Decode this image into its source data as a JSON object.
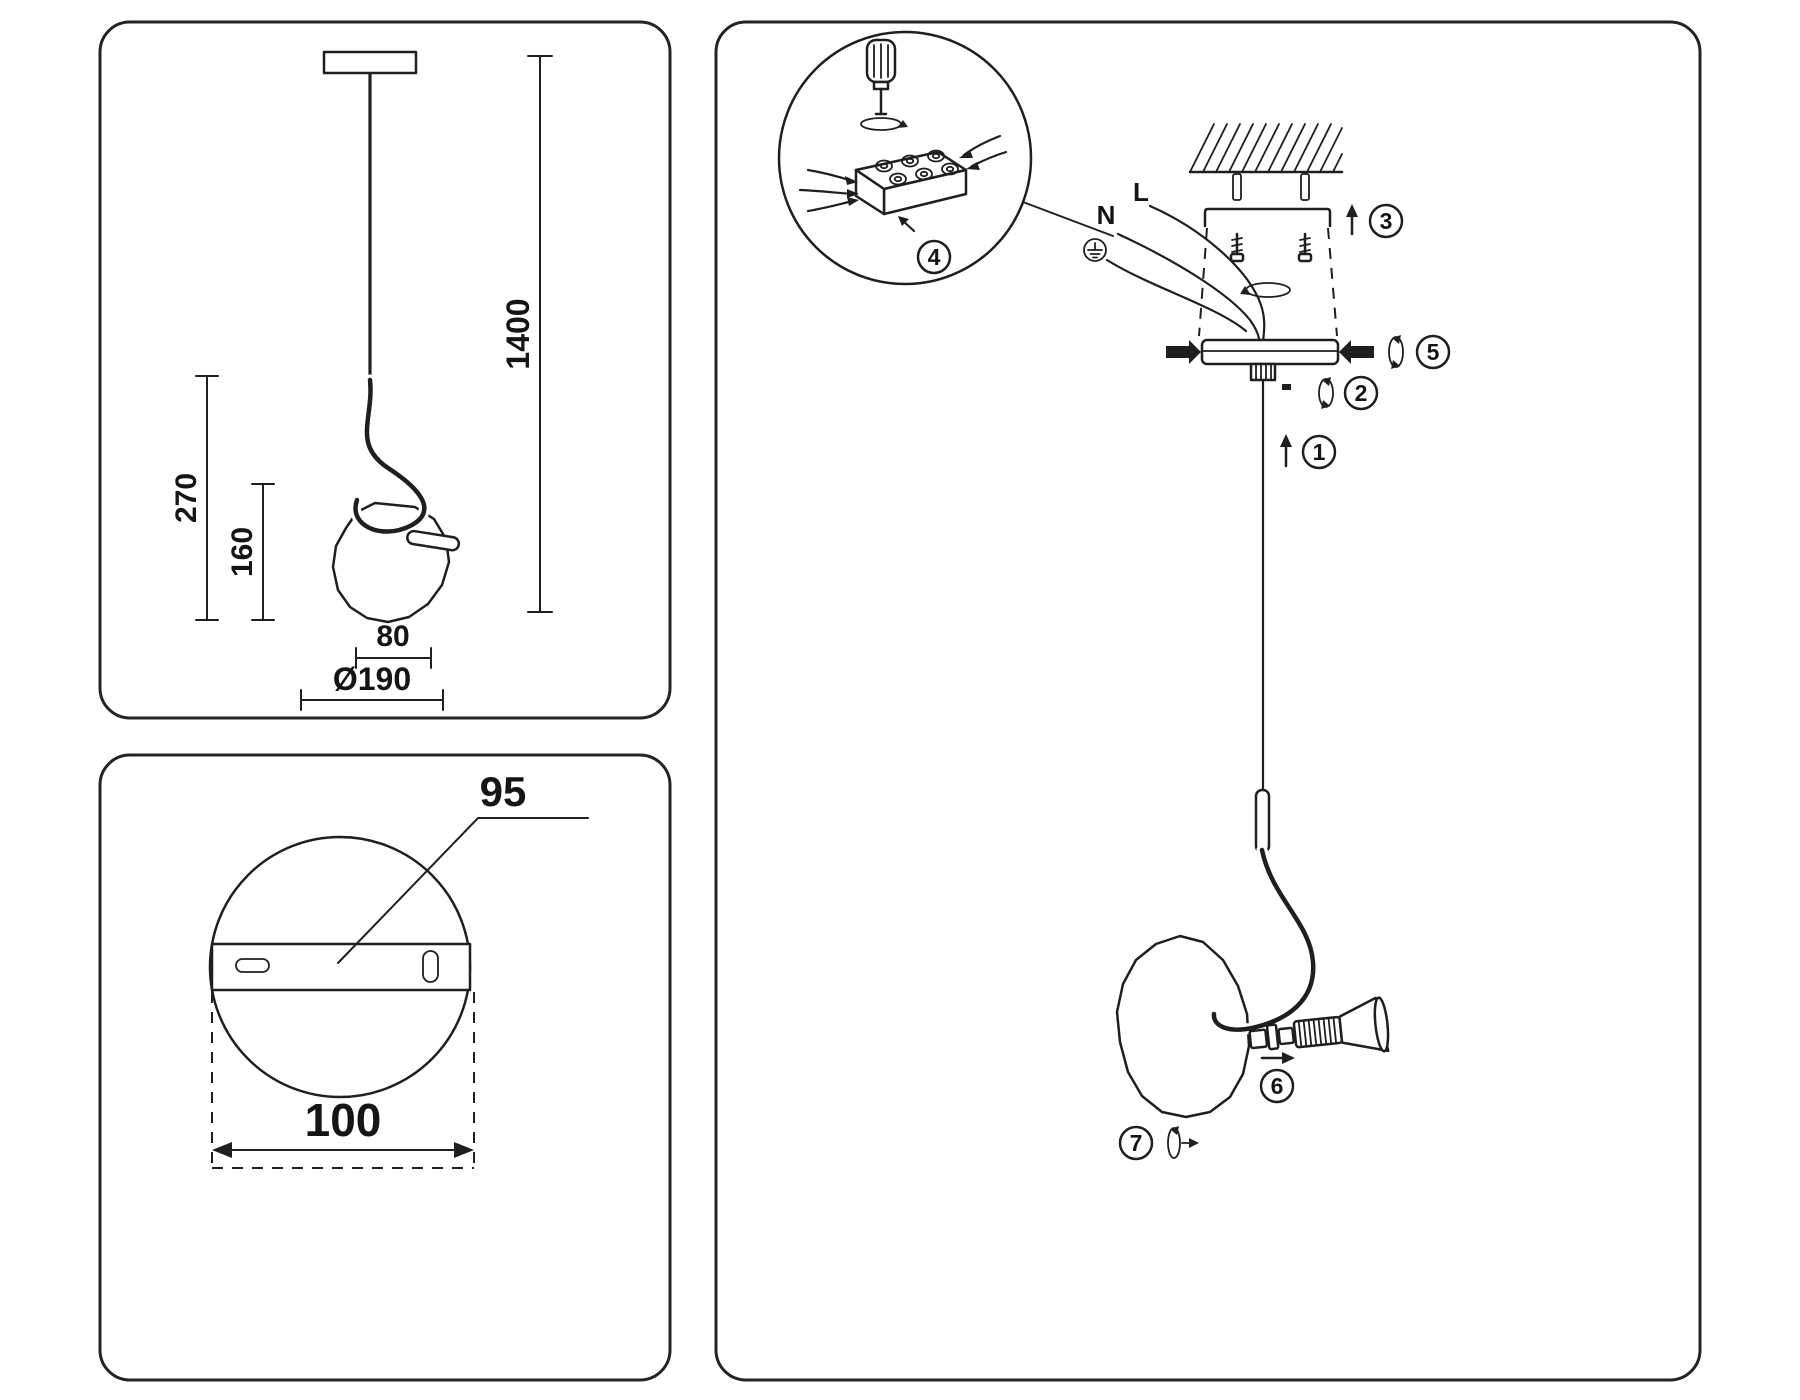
{
  "front_view": {
    "dim_total_height": "1400",
    "dim_cord_height": "270",
    "dim_shade_height": "160",
    "dim_shade_width": "80",
    "dim_canopy_diameter": "Ø190"
  },
  "canopy_view": {
    "dim_slot_spacing": "95",
    "dim_mount_spacing": "100"
  },
  "install": {
    "label_neutral": "N",
    "label_live": "L",
    "step_1": "1",
    "step_2": "2",
    "step_3": "3",
    "step_4": "4",
    "step_5": "5",
    "step_6": "6",
    "step_7": "7"
  }
}
